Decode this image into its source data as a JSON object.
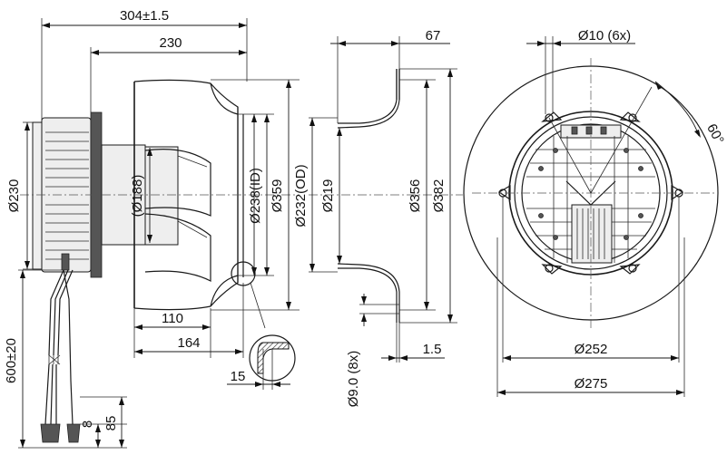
{
  "dimensions": {
    "overall_length": "304±1.5",
    "body_length": "230",
    "motor_diameter": "Ø230",
    "rotor_diameter": "(Ø188)",
    "impeller_inner": "Ø238(ID)",
    "impeller_outer": "Ø359",
    "hub_depth": "110",
    "blade_depth": "164",
    "detail_depth": "15",
    "cable_length": "600±20",
    "cable_strip_short": "8",
    "cable_strip_long": "85",
    "ring_depth": "67",
    "ring_inlet_od": "Ø232(OD)",
    "ring_inlet": "Ø219",
    "ring_bore": "Ø356",
    "ring_outer": "Ø382",
    "mount_holes": "Ø9.0 (8x)",
    "ring_thickness": "1.5",
    "motor_holes": "Ø10 (6x)",
    "hole_angle": "60°",
    "bolt_circle": "Ø252",
    "plate_diameter": "Ø275"
  }
}
